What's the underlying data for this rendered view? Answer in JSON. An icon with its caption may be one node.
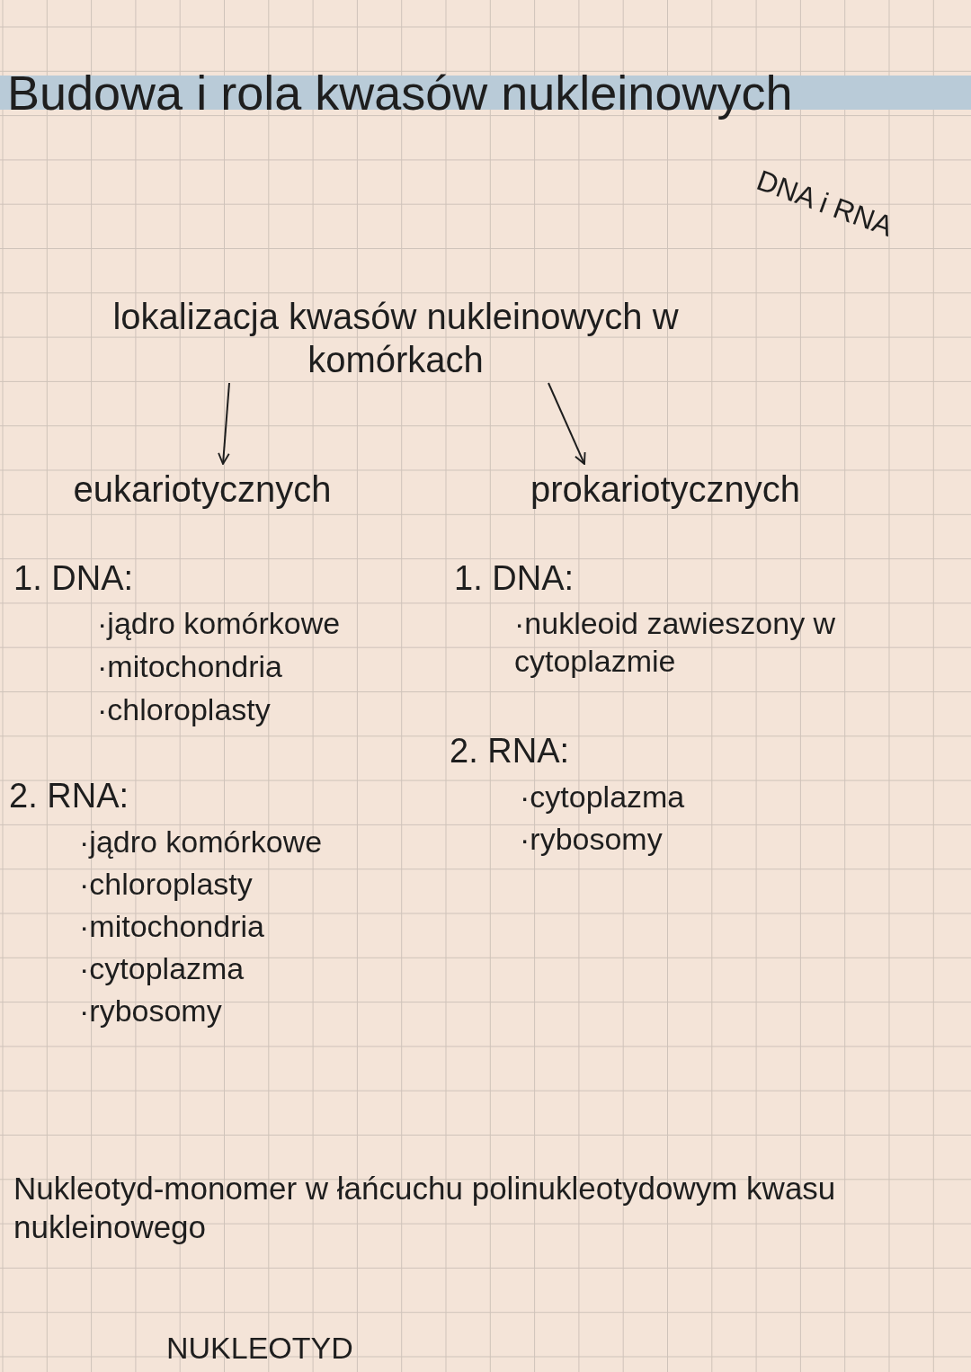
{
  "diagram": {
    "title": "Budowa i rola kwasów nukleinowych",
    "nodes": [
      {
        "text": [
          "lokalizacja kwasów nukleinowych w komórkach"
        ]
      },
      {
        "text": [
          "eukariotycznych"
        ]
      },
      {
        "text": [
          "prokariotycznych"
        ]
      }
    ],
    "edges": [
      {
        "from": 0,
        "to": 1,
        "arrow": "to"
      },
      {
        "from": 0,
        "to": 2,
        "arrow": "to"
      }
    ],
    "labels": [
      "DNA i RNA",
      "1. DNA:",
      "·jądro komórkowe",
      "·mitochondria",
      "·chloroplasty",
      "2. RNA:",
      "·jądro komórkowe",
      "·chloroplasty",
      "·mitochondria",
      "·cytoplazma",
      "·rybosomy",
      "1. DNA:",
      "·nukleoid zawieszony w cytoplazmie",
      "2. RNA:",
      "·cytoplazma",
      "·rybosomy",
      "Nukleotyd-monomer w łańcuchu polinukleotydowym kwasu nukleinowego",
      "NUKLEOTYD"
    ]
  }
}
